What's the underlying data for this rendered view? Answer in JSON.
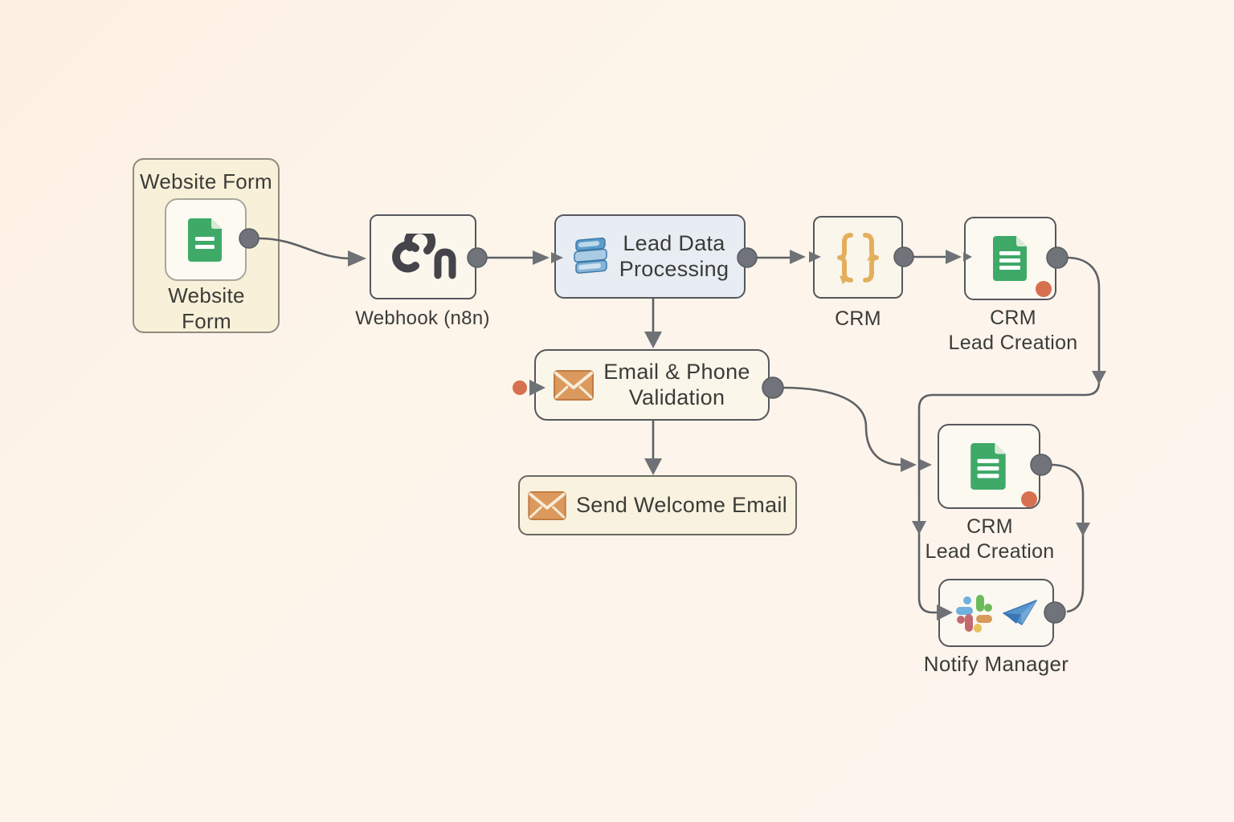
{
  "diagram": {
    "type": "workflow",
    "title_hint": "n8n-style lead capture workflow",
    "colors": {
      "background_top": "#fdf0e2",
      "background_bottom": "#fdf5ee",
      "node_border": "#56575c",
      "connector_line": "#5d6165",
      "connector_dot": "#70747a",
      "error_dot": "#d7704e",
      "group_fill": "#f8f0d8",
      "process_fill": "#e7edf3",
      "email_fill": "#f9f2df",
      "doc_green": "#3fa968",
      "envelope_orange": "#dc995d",
      "braces_gold": "#e4af5c",
      "layers_blue": "#5b9ccb",
      "plane_blue": "#5795ce",
      "logo_dark": "#45444a"
    },
    "nodes": {
      "website_form": {
        "title": "Website Form",
        "caption": "Website\nForm",
        "icon": "document-icon"
      },
      "webhook": {
        "caption": "Webhook (n8n)",
        "icon": "n8n-link-icon"
      },
      "lead_processing": {
        "label": "Lead Data\nProcessing",
        "icon": "layers-icon"
      },
      "crm": {
        "caption": "CRM",
        "icon": "braces-icon"
      },
      "crm_lead_creation_1": {
        "caption": "CRM\nLead Creation",
        "icon": "document-icon",
        "status_dot": "orange"
      },
      "email_validation": {
        "label": "Email & Phone\nValidation",
        "icon": "envelope-icon",
        "input_dot": "orange"
      },
      "send_welcome_email": {
        "label": "Send Welcome Email",
        "icon": "envelope-icon"
      },
      "crm_lead_creation_2": {
        "caption": "CRM\nLead Creation",
        "icon": "document-icon",
        "status_dot": "orange"
      },
      "notify_manager": {
        "caption": "Notify Manager",
        "icons": [
          "slack-icon",
          "paper-plane-icon"
        ]
      }
    },
    "edges": [
      {
        "from": "website_form",
        "to": "webhook"
      },
      {
        "from": "webhook",
        "to": "lead_processing"
      },
      {
        "from": "lead_processing",
        "to": "crm"
      },
      {
        "from": "crm",
        "to": "crm_lead_creation_1"
      },
      {
        "from": "lead_processing",
        "to": "email_validation"
      },
      {
        "from": "email_validation",
        "to": "send_welcome_email"
      },
      {
        "from": "email_validation",
        "to": "crm_lead_creation_2"
      },
      {
        "from": "crm_lead_creation_1",
        "to": "notify_manager"
      },
      {
        "from": "crm_lead_creation_2",
        "to": "notify_manager"
      }
    ]
  }
}
